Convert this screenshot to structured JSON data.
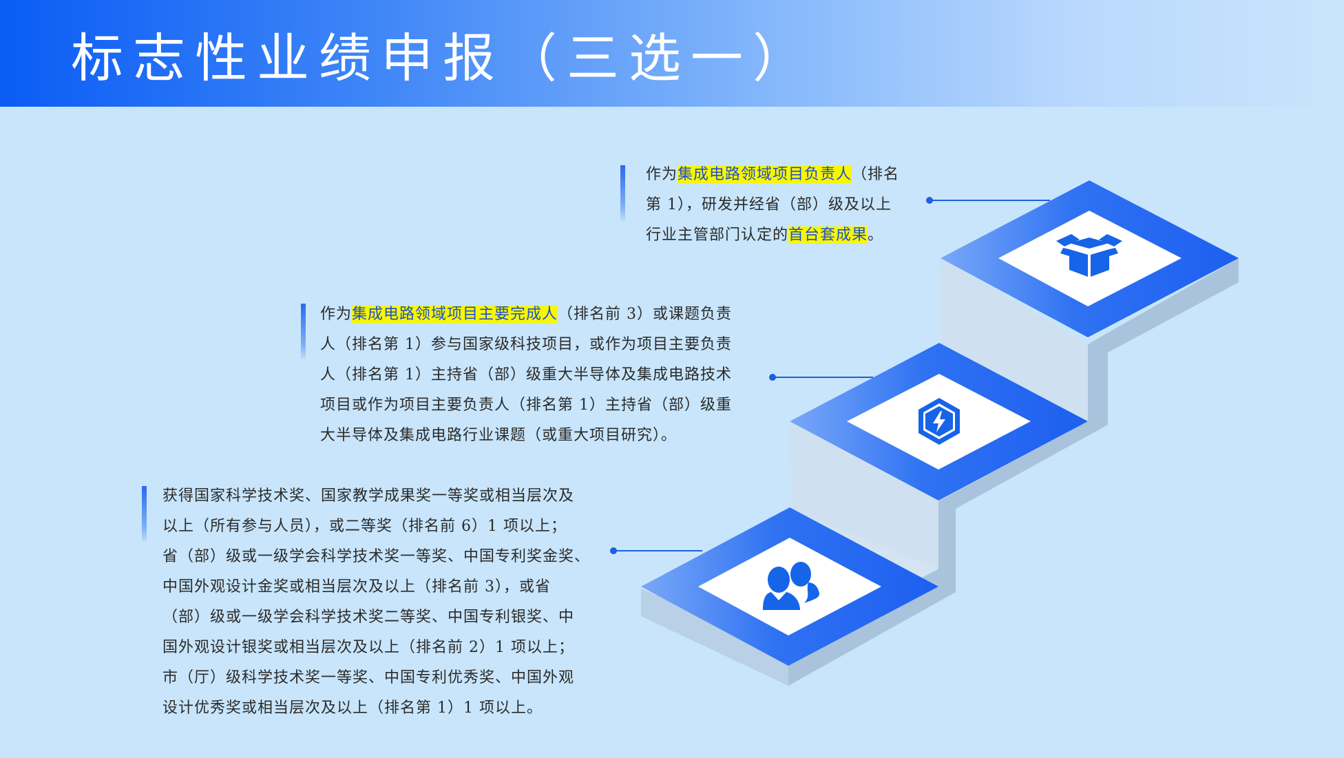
{
  "slide": {
    "title": "标志性业绩申报（三选一）",
    "colors": {
      "background": "#c8e5fb",
      "title_gradient_start": "#0a5cf5",
      "highlight_fill": "#f7f700",
      "highlight_text": "#1e4fd6",
      "step_blue": "#2f72f2",
      "icon_blue": "#1664e8"
    }
  },
  "steps": [
    {
      "icon": "open-box-icon",
      "lines": [
        [
          {
            "t": "作为"
          },
          {
            "t": "集成电路领域项目负责人",
            "hl": true
          },
          {
            "t": "（排名"
          }
        ],
        [
          {
            "t": "第 1），研发并经省（部）级及以上"
          }
        ],
        [
          {
            "t": "行业主管部门认定的"
          },
          {
            "t": "首台套成果",
            "hl": true
          },
          {
            "t": "。"
          }
        ]
      ]
    },
    {
      "icon": "lightning-hexagon-icon",
      "lines": [
        [
          {
            "t": "作为"
          },
          {
            "t": "集成电路领域项目主要完成人",
            "hl": true
          },
          {
            "t": "（排名前 3）或课题负责"
          }
        ],
        [
          {
            "t": "人（排名第 1）参与国家级科技项目，或作为项目主要负责"
          }
        ],
        [
          {
            "t": "人（排名第 1）主持省（部）级重大半导体及集成电路技术"
          }
        ],
        [
          {
            "t": "项目或作为项目主要负责人（排名第 1）主持省（部）级重"
          }
        ],
        [
          {
            "t": "大半导体及集成电路行业课题（或重大项目研究）。"
          }
        ]
      ]
    },
    {
      "icon": "users-icon",
      "lines": [
        [
          {
            "t": "获得国家科学技术奖、国家教学成果奖一等奖或相当层次及"
          }
        ],
        [
          {
            "t": "以上（所有参与人员），或二等奖（排名前 6）1 项以上；"
          }
        ],
        [
          {
            "t": "省（部）级或一级学会科学技术奖一等奖、中国专利奖金奖、"
          }
        ],
        [
          {
            "t": "中国外观设计金奖或相当层次及以上（排名前 3），或省"
          }
        ],
        [
          {
            "t": "（部）级或一级学会科学技术奖二等奖、中国专利银奖、中"
          }
        ],
        [
          {
            "t": "国外观设计银奖或相当层次及以上（排名前 2）1 项以上；"
          }
        ],
        [
          {
            "t": "市（厅）级科学技术奖一等奖、中国专利优秀奖、中国外观"
          }
        ],
        [
          {
            "t": "设计优秀奖或相当层次及以上（排名第 1）1 项以上。"
          }
        ]
      ]
    }
  ]
}
